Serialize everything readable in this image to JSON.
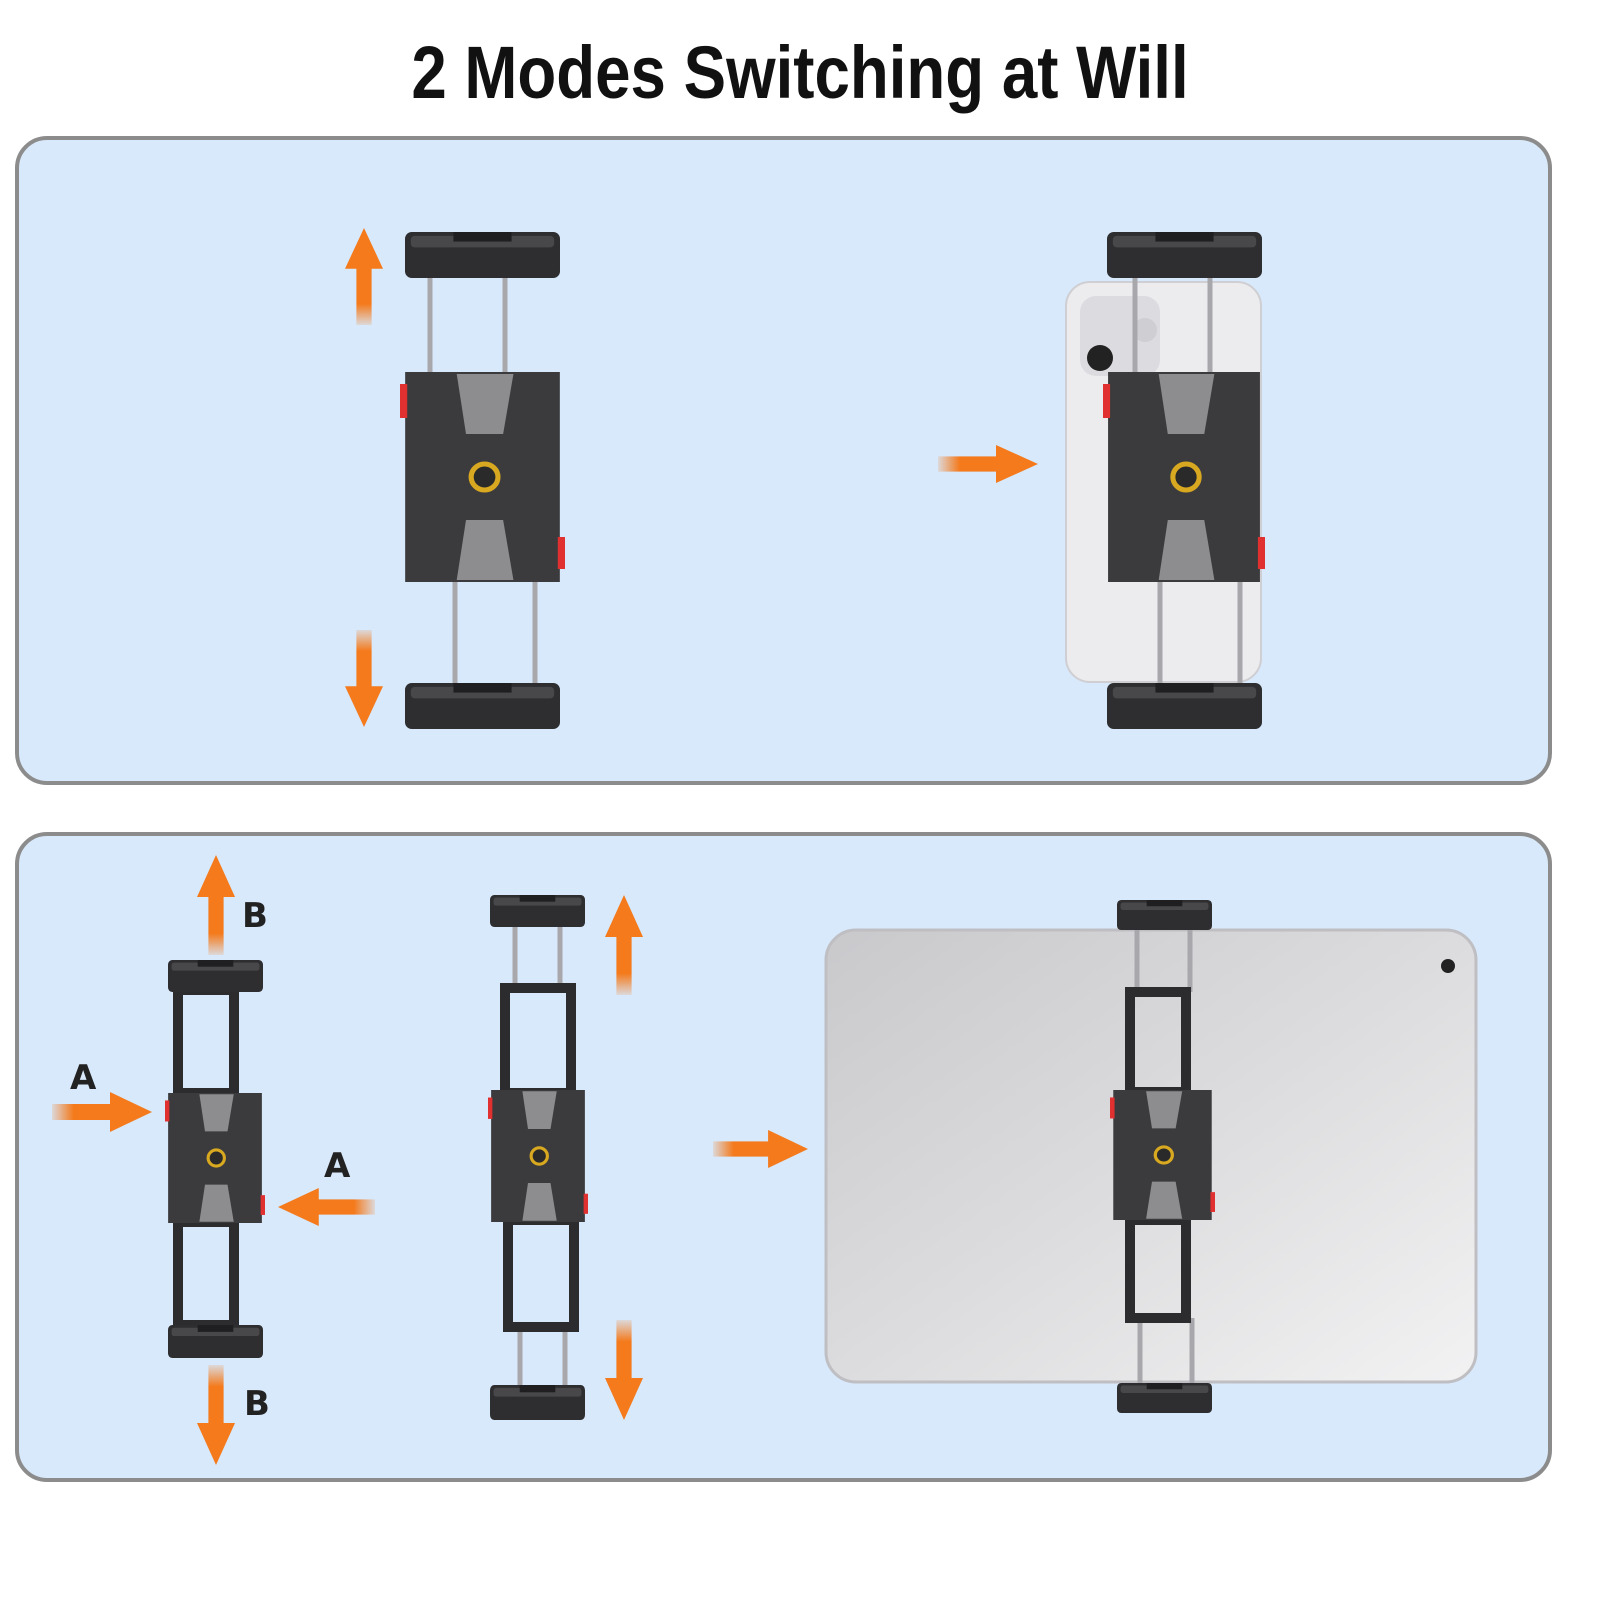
{
  "title": "2 Modes Switching at Will",
  "colors": {
    "panel_bg": "#d8e9fb",
    "panel_border": "#8c8c8c",
    "arrow": "#f47a1c",
    "holder_dark": "#3b3b3d",
    "accent_red": "#e03030",
    "mount_ring": "#d8a820"
  },
  "panels": [
    {
      "mode": "phone",
      "icons": [
        "arrow-up-icon",
        "arrow-down-icon",
        "arrow-right-icon"
      ]
    },
    {
      "mode": "tablet",
      "labels": {
        "a_left": "A",
        "a_right": "A",
        "b_top": "B",
        "b_bottom": "B"
      }
    }
  ]
}
